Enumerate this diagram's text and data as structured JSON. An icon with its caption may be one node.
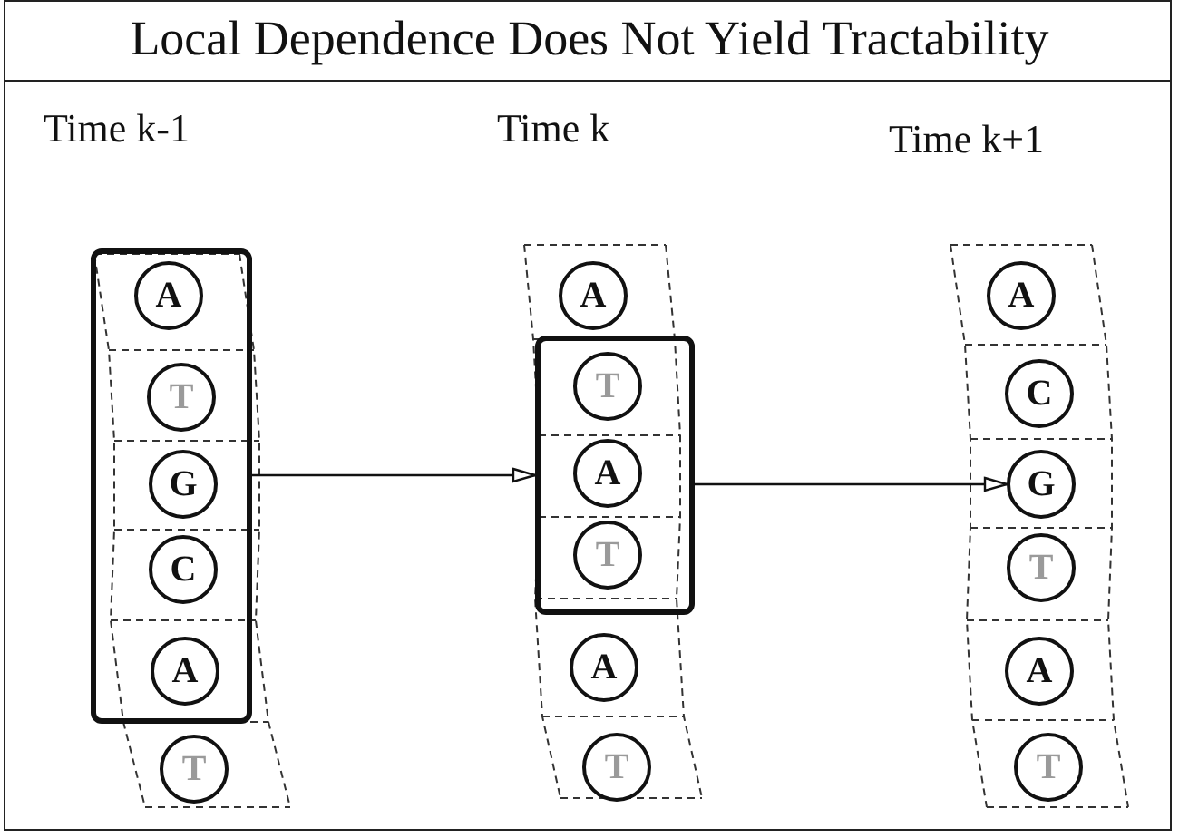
{
  "diagram": {
    "title": "Local Dependence Does Not Yield Tractability",
    "nodes": [
      {
        "text": [],
        "shape": "box"
      },
      {
        "text": [
          "A"
        ],
        "in": 0
      },
      {
        "text": [
          "T"
        ],
        "in": 0
      },
      {
        "text": [
          "G"
        ],
        "in": 0
      },
      {
        "text": [
          "C"
        ],
        "in": 0
      },
      {
        "text": [
          "A"
        ],
        "in": 0
      },
      {
        "text": [
          "T"
        ]
      },
      {
        "text": [
          "A"
        ]
      },
      {
        "text": [],
        "shape": "box"
      },
      {
        "text": [
          "T"
        ],
        "in": 8
      },
      {
        "text": [
          "A"
        ],
        "in": 8
      },
      {
        "text": [
          "T"
        ],
        "in": 8
      },
      {
        "text": [
          "A"
        ]
      },
      {
        "text": [
          "T"
        ]
      },
      {
        "text": [
          "A"
        ]
      },
      {
        "text": [
          "C"
        ]
      },
      {
        "text": [
          "G"
        ]
      },
      {
        "text": [
          "T"
        ]
      },
      {
        "text": [
          "A"
        ]
      },
      {
        "text": [
          "T"
        ]
      }
    ],
    "edges": [
      {
        "from": 0,
        "to": 8,
        "arrow": "to"
      },
      {
        "from": 8,
        "to": 16,
        "arrow": "to"
      }
    ],
    "labels": [
      "Time k-1",
      "Time k",
      "Time k+1"
    ]
  }
}
